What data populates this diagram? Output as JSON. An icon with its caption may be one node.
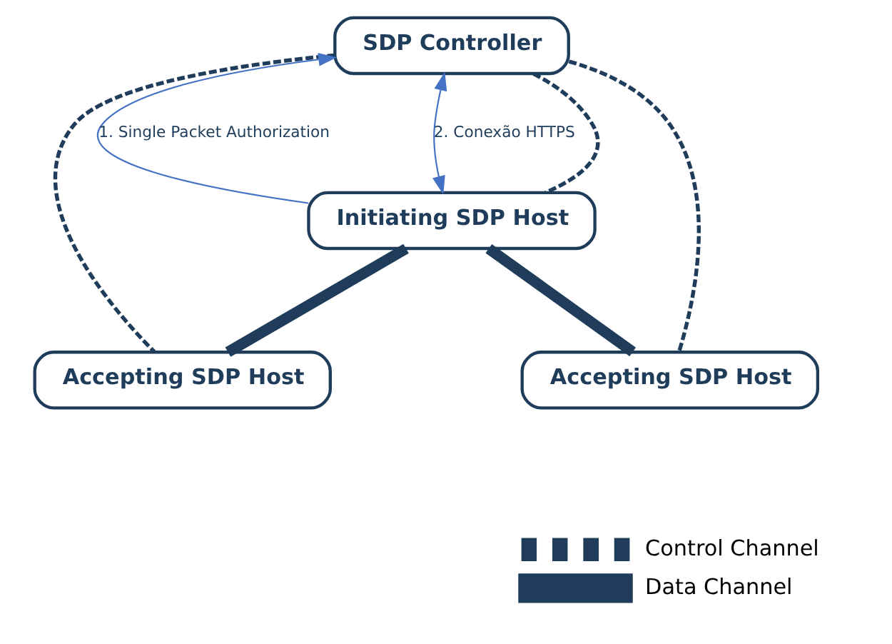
{
  "diagram": {
    "nodes": [
      {
        "text": [
          "SDP Controller"
        ]
      },
      {
        "text": [
          "Initiating SDP Host"
        ]
      },
      {
        "text": [
          "Accepting SDP Host"
        ]
      },
      {
        "text": [
          "Accepting SDP Host"
        ]
      }
    ],
    "edges": [
      {
        "from": 1,
        "to": 0,
        "arrow": "to",
        "label": "1. Single Packet Authorization",
        "color": "#4472c4"
      },
      {
        "from": 0,
        "to": 1,
        "arrow": "both",
        "label": "2. Conexão HTTPS",
        "color": "#4472c4"
      },
      {
        "from": 0,
        "to": 1,
        "arrow": "none",
        "style": "dashed"
      },
      {
        "from": 0,
        "to": 2,
        "arrow": "none",
        "style": "dashed"
      },
      {
        "from": 0,
        "to": 3,
        "arrow": "none",
        "style": "dashed"
      },
      {
        "from": 1,
        "to": 2,
        "arrow": "none",
        "style": "thick"
      },
      {
        "from": 1,
        "to": 3,
        "arrow": "none",
        "style": "thick"
      }
    ],
    "legend": [
      {
        "text": "Control Channel"
      },
      {
        "text": "Data Channel"
      }
    ]
  }
}
